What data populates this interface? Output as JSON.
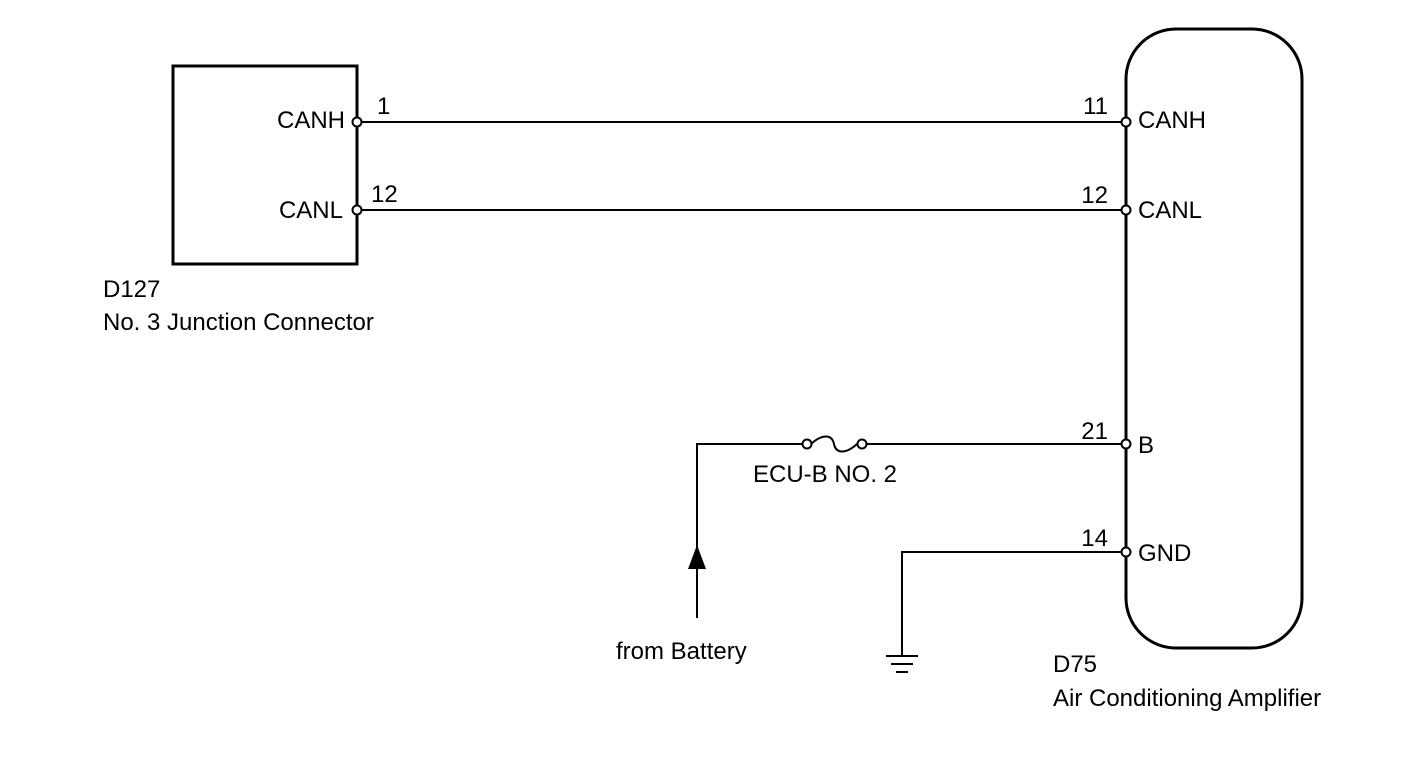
{
  "junction_connector": {
    "code": "D127",
    "name": "No. 3 Junction Connector",
    "pins": [
      {
        "number": "1",
        "signal": "CANH"
      },
      {
        "number": "12",
        "signal": "CANL"
      }
    ]
  },
  "amplifier": {
    "code": "D75",
    "name": "Air Conditioning Amplifier",
    "pins": [
      {
        "number": "11",
        "signal": "CANH"
      },
      {
        "number": "12",
        "signal": "CANL"
      },
      {
        "number": "21",
        "signal": "B"
      },
      {
        "number": "14",
        "signal": "GND"
      }
    ]
  },
  "fuse": {
    "label": "ECU-B NO. 2"
  },
  "battery": {
    "label": "from Battery"
  }
}
